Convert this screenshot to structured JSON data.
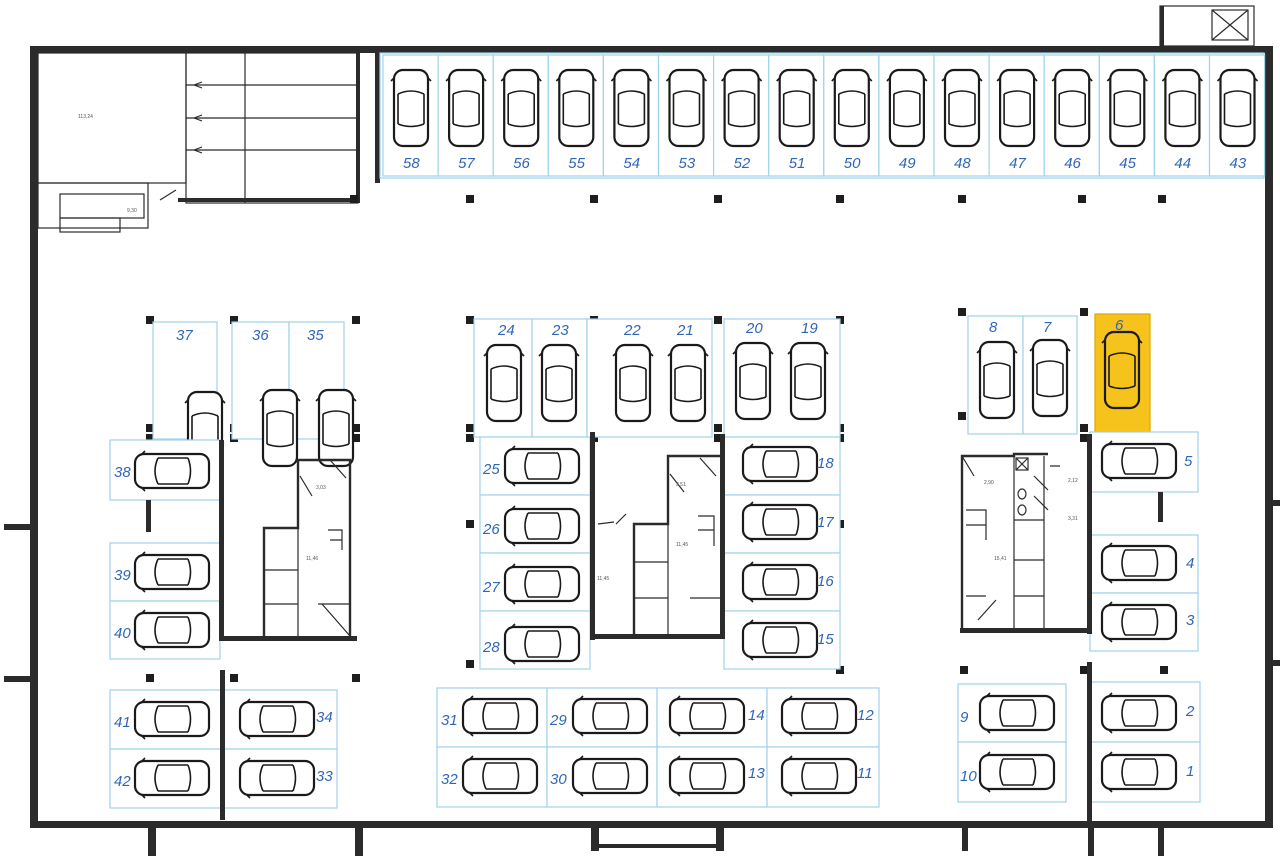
{
  "plan": {
    "highlight_color": "#f6c21c",
    "cell_border_color": "#9fd3ea",
    "label_color": "#2f66b8",
    "selected_spot": "6",
    "spots": {
      "s1": "1",
      "s2": "2",
      "s3": "3",
      "s4": "4",
      "s5": "5",
      "s6": "6",
      "s7": "7",
      "s8": "8",
      "s9": "9",
      "s10": "10",
      "s11": "11",
      "s12": "12",
      "s13": "13",
      "s14": "14",
      "s15": "15",
      "s16": "16",
      "s17": "17",
      "s18": "18",
      "s19": "19",
      "s20": "20",
      "s21": "21",
      "s22": "22",
      "s23": "23",
      "s24": "24",
      "s25": "25",
      "s26": "26",
      "s27": "27",
      "s28": "28",
      "s29": "29",
      "s30": "30",
      "s31": "31",
      "s32": "32",
      "s33": "33",
      "s34": "34",
      "s35": "35",
      "s36": "36",
      "s37": "37",
      "s38": "38",
      "s39": "39",
      "s40": "40",
      "s41": "41",
      "s42": "42",
      "s43": "43",
      "s44": "44",
      "s45": "45",
      "s46": "46",
      "s47": "47",
      "s48": "48",
      "s49": "49",
      "s50": "50",
      "s51": "51",
      "s52": "52",
      "s53": "53",
      "s54": "54",
      "s55": "55",
      "s56": "56",
      "s57": "57",
      "s58": "58"
    },
    "dims": {
      "ramp": "113,24",
      "d1": "3,03",
      "d2": "11,46",
      "d3": "3,51",
      "d4": "11,45",
      "d5": "11,45",
      "d6": "2,90",
      "d7": "15,41",
      "d8": "2,12",
      "d9": "3,31",
      "d10": "9,30"
    }
  }
}
